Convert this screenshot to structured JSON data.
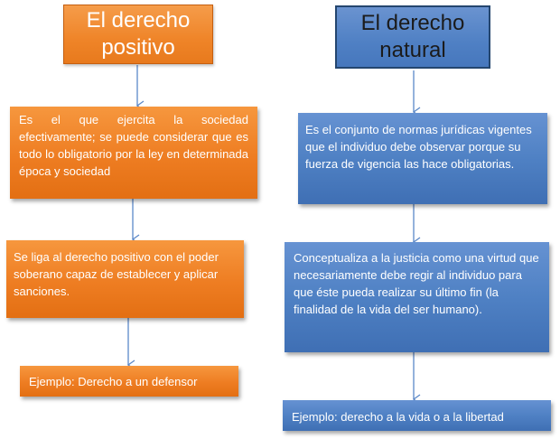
{
  "left": {
    "title": "El derecho positivo",
    "box1": "Es el que ejercita la sociedad efectivamente; se puede considerar que es todo lo obligatorio por la ley en determinada época y sociedad",
    "box2": "Se liga al derecho positivo con el poder soberano capaz de establecer y aplicar sanciones.",
    "example": "Ejemplo: Derecho a un defensor"
  },
  "right": {
    "title": "El derecho natural",
    "box1": "Es el conjunto de normas jurídicas vigentes que el individuo debe observar porque su fuerza de vigencia las hace obligatorias.",
    "box2": "Conceptualiza a la justicia como una virtud que necesariamente debe regir al individuo para que éste pueda realizar su último fin (la finalidad de la vida del ser humano).",
    "example": "Ejemplo: derecho a la vida o a la libertad"
  },
  "colors": {
    "orange": "#ef7f22",
    "blue": "#4f81c4",
    "arrow": "#5b88c8"
  }
}
